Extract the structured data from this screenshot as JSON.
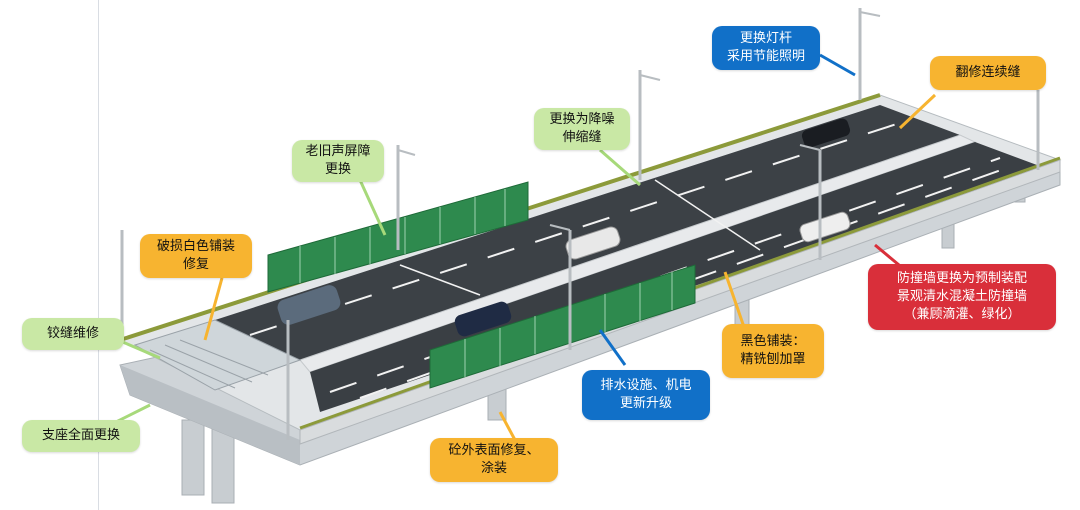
{
  "callouts": {
    "hinge_repair": {
      "lines": [
        "铰缝维修"
      ],
      "color": "green"
    },
    "bearing_replace": {
      "lines": [
        "支座全面更换"
      ],
      "color": "green"
    },
    "old_sound_barrier": {
      "lines": [
        "老旧声屏障",
        "更换"
      ],
      "color": "green"
    },
    "expansion_joint": {
      "lines": [
        "更换为降噪",
        "伸缩缝"
      ],
      "color": "green"
    },
    "white_pavement": {
      "lines": [
        "破损白色铺装",
        "修复"
      ],
      "color": "orange"
    },
    "continuous_joint": {
      "lines": [
        "翻修连续缝"
      ],
      "color": "orange"
    },
    "concrete_surface": {
      "lines": [
        "砼外表面修复、",
        "涂装"
      ],
      "color": "orange"
    },
    "black_pavement": {
      "lines": [
        "黑色铺装：",
        "精铣刨加罩"
      ],
      "color": "orange"
    },
    "lamp_replace": {
      "lines": [
        "更换灯杆",
        "采用节能照明"
      ],
      "color": "blue"
    },
    "drainage": {
      "lines": [
        "排水设施、机电",
        "更新升级"
      ],
      "color": "blue"
    },
    "crash_wall": {
      "lines": [
        "防撞墙更换为预制装配",
        "景观清水混凝土防撞墙",
        "（兼顾滴灌、绿化）"
      ],
      "color": "red"
    }
  },
  "colors": {
    "green": "#c9e8a5",
    "orange": "#f7b430",
    "blue": "#1170c8",
    "red": "#d92f3a",
    "asphalt": "#3c4146",
    "concrete": "#dfe3e6",
    "barrier": "#2e8a4e"
  }
}
